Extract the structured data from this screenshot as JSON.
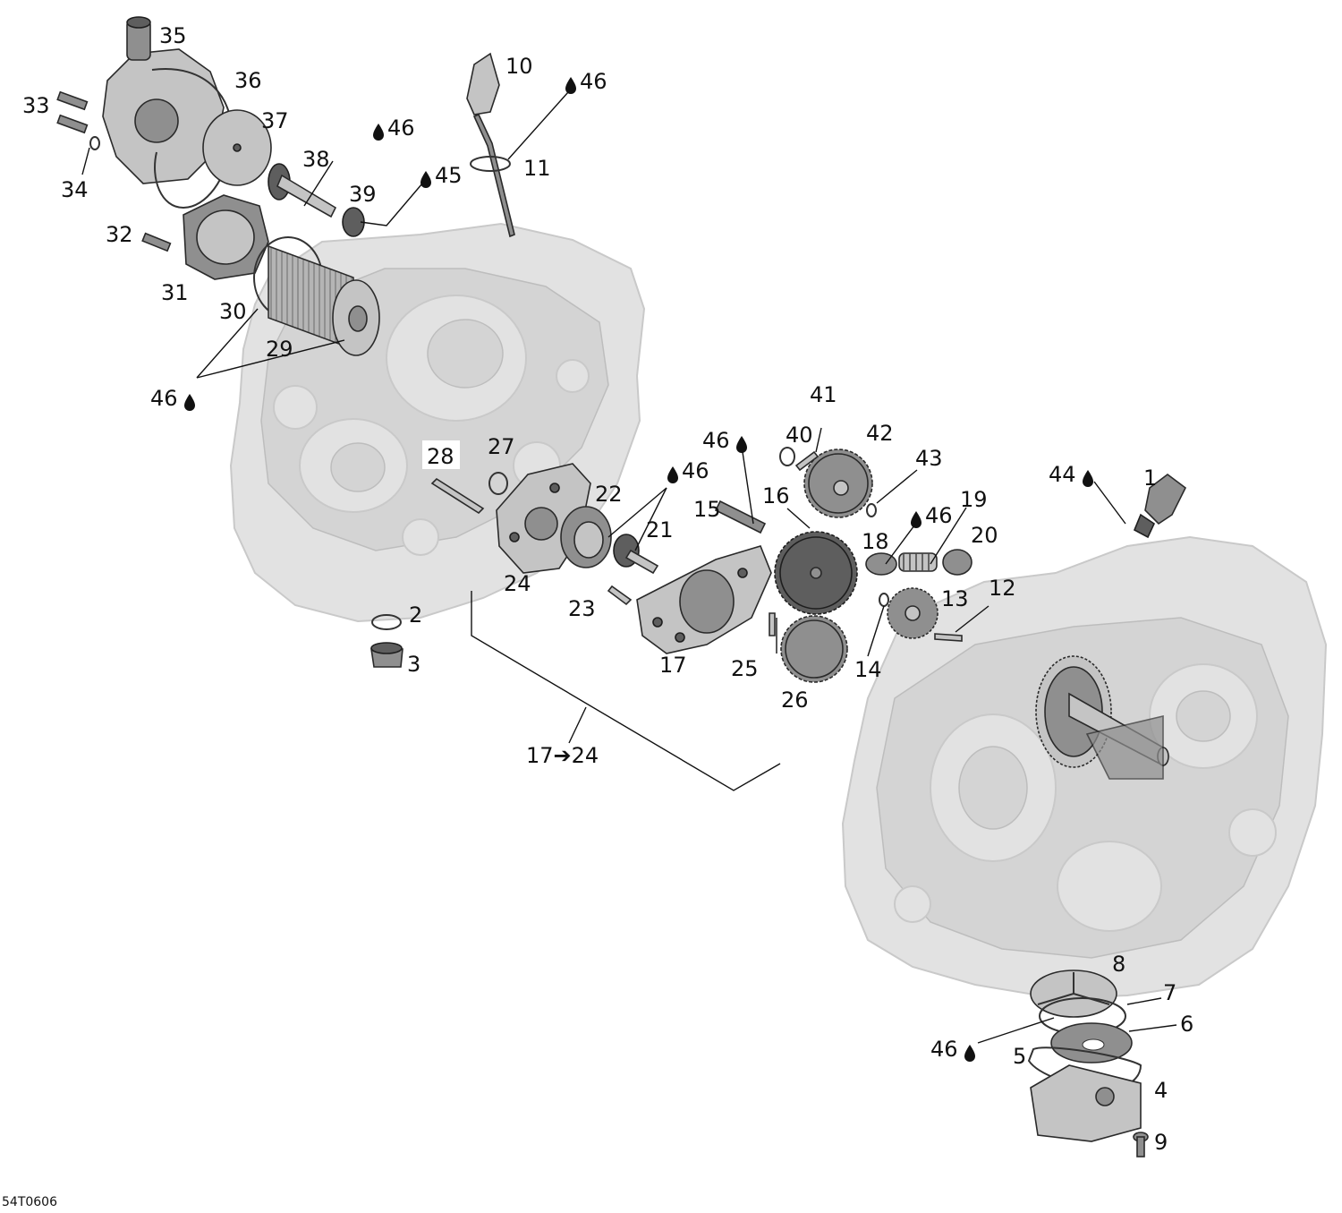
{
  "callouts": [
    {
      "id": "c1",
      "text": "1"
    },
    {
      "id": "c2",
      "text": "2"
    },
    {
      "id": "c3",
      "text": "3"
    },
    {
      "id": "c4",
      "text": "4"
    },
    {
      "id": "c5",
      "text": "5"
    },
    {
      "id": "c6",
      "text": "6"
    },
    {
      "id": "c7",
      "text": "7"
    },
    {
      "id": "c8",
      "text": "8"
    },
    {
      "id": "c9",
      "text": "9"
    },
    {
      "id": "c10",
      "text": "10"
    },
    {
      "id": "c11",
      "text": "11"
    },
    {
      "id": "c12",
      "text": "12"
    },
    {
      "id": "c13",
      "text": "13"
    },
    {
      "id": "c14",
      "text": "14"
    },
    {
      "id": "c15",
      "text": "15"
    },
    {
      "id": "c16",
      "text": "16"
    },
    {
      "id": "c17",
      "text": "17"
    },
    {
      "id": "c18",
      "text": "18"
    },
    {
      "id": "c19",
      "text": "19"
    },
    {
      "id": "c20",
      "text": "20"
    },
    {
      "id": "c21",
      "text": "21"
    },
    {
      "id": "c22",
      "text": "22"
    },
    {
      "id": "c23",
      "text": "23"
    },
    {
      "id": "c24",
      "text": "24"
    },
    {
      "id": "c25",
      "text": "25"
    },
    {
      "id": "c26",
      "text": "26"
    },
    {
      "id": "c27",
      "text": "27"
    },
    {
      "id": "c28",
      "text": "28"
    },
    {
      "id": "c29",
      "text": "29"
    },
    {
      "id": "c30",
      "text": "30"
    },
    {
      "id": "c31",
      "text": "31"
    },
    {
      "id": "c32",
      "text": "32"
    },
    {
      "id": "c33",
      "text": "33"
    },
    {
      "id": "c34",
      "text": "34"
    },
    {
      "id": "c35",
      "text": "35"
    },
    {
      "id": "c36",
      "text": "36"
    },
    {
      "id": "c37",
      "text": "37"
    },
    {
      "id": "c38",
      "text": "38"
    },
    {
      "id": "c39",
      "text": "39"
    },
    {
      "id": "c40",
      "text": "40"
    },
    {
      "id": "c41",
      "text": "41"
    },
    {
      "id": "c42",
      "text": "42"
    },
    {
      "id": "c43",
      "text": "43"
    }
  ],
  "lube_callouts": [
    {
      "id": "l46a",
      "text": "46",
      "drop": "before"
    },
    {
      "id": "l46b",
      "text": "46",
      "drop": "before"
    },
    {
      "id": "l45",
      "text": "45",
      "drop": "before"
    },
    {
      "id": "l46c",
      "text": "46",
      "drop": "after"
    },
    {
      "id": "l46d",
      "text": "46",
      "drop": "before"
    },
    {
      "id": "l46e",
      "text": "46",
      "drop": "after"
    },
    {
      "id": "l46f",
      "text": "46",
      "drop": "before"
    },
    {
      "id": "l44",
      "text": "44",
      "drop": "after"
    },
    {
      "id": "l46g",
      "text": "46",
      "drop": "after"
    }
  ],
  "assembly_range": {
    "from": "17",
    "arrow": "➔",
    "to": "24"
  },
  "reference_code": "54T0606",
  "colors": {
    "ghost": "#e2e2e2",
    "part": "#8f8f8f",
    "ink": "#111111"
  }
}
